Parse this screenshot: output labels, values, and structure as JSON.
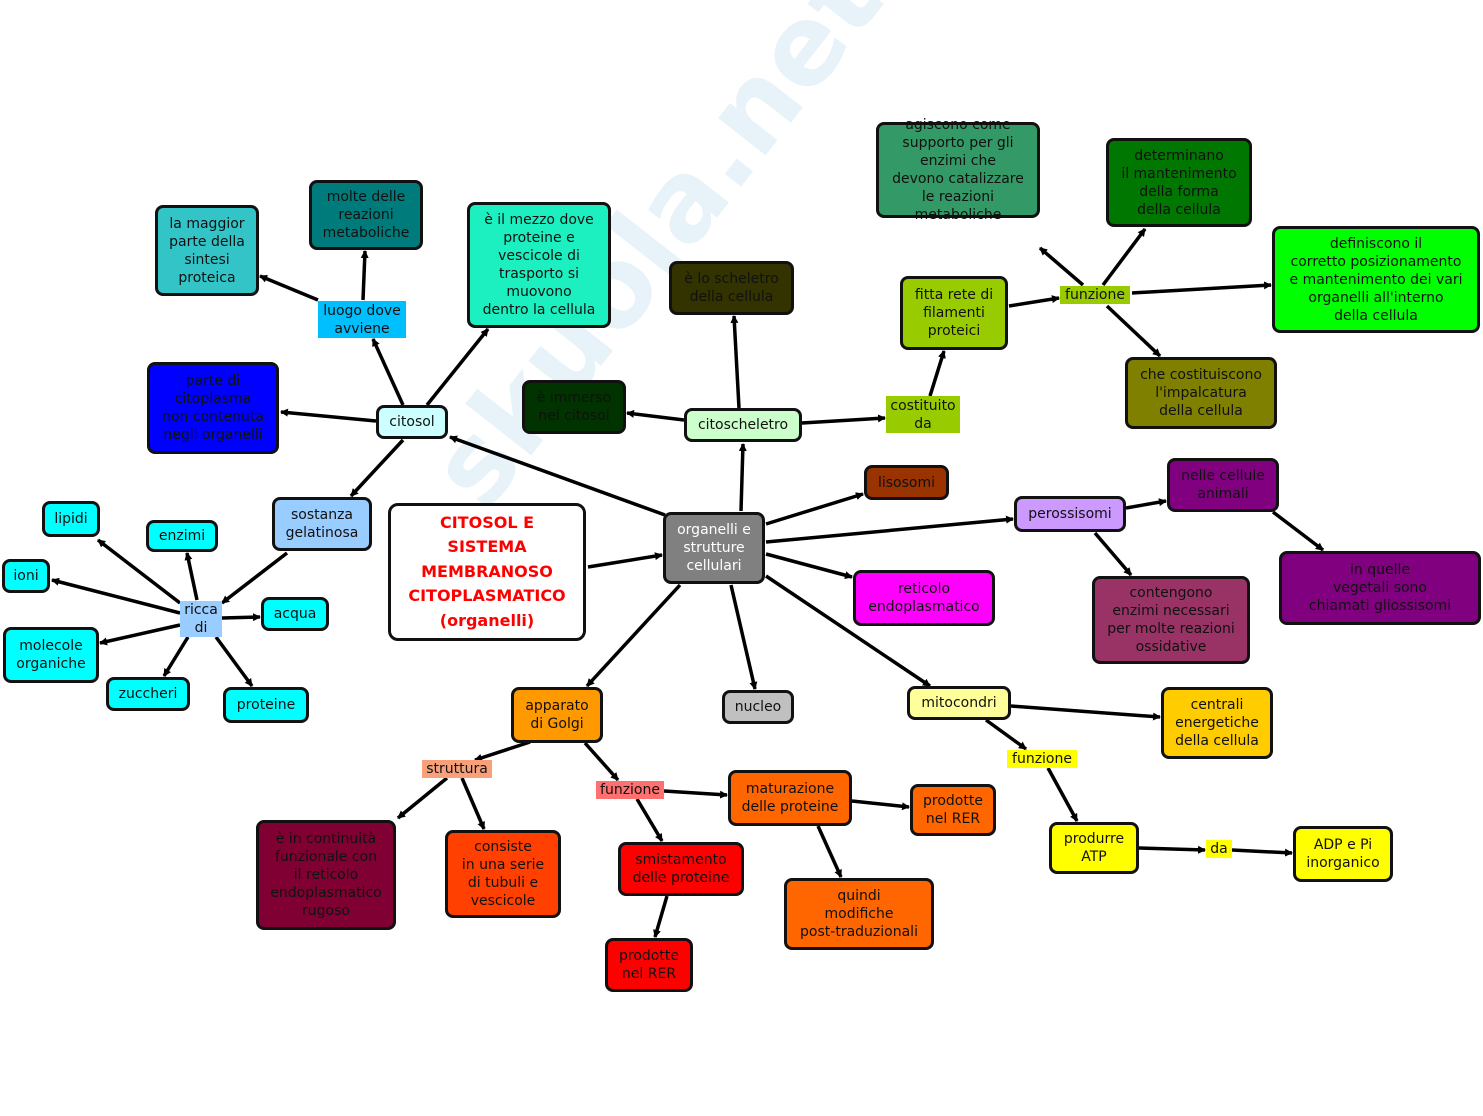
{
  "watermark": "skuola.net",
  "nodes": {
    "title": "CITOSOL E\nSISTEMA\nMEMBRANOSO\nCITOPLASMATICO\n(organelli)",
    "organelli": "organelli e\nstrutture\ncellulari",
    "citosol": "citosol",
    "luogo": "luogo dove\navviene",
    "sintesi": "la maggior\nparte della\nsintesi\nproteica",
    "metaboliche": "molte delle\nreazioni\nmetaboliche",
    "mezzo": "è il mezzo dove\nproteine e\nvescicole di\ntrasporto si\nmuovono\ndentro la cellula",
    "parte": "parte di\ncitoplasma\nnon contenuta\nnegli organelli",
    "sostanza": "sostanza\ngelatinosa",
    "ricca": "ricca\ndi",
    "lipidi": "lipidi",
    "enzimi": "enzimi",
    "ioni": "ioni",
    "acqua": "acqua",
    "molecole": "molecole\norganiche",
    "zuccheri": "zuccheri",
    "proteine": "proteine",
    "immerso": "è immerso\nnel citosol",
    "citoscheletro": "citoscheletro",
    "scheletro": "è lo scheletro\ndella cellula",
    "costituito": "costituito\nda",
    "fitta": "fitta rete di\nfilamenti\nproteici",
    "funzione1": "funzione",
    "agiscono": "agiscono come\nsupporto per gli\nenzimi che\ndevono catalizzare\nle reazioni\nmetaboliche",
    "determinano": "determinano\nil mantenimento\ndella forma\ndella cellula",
    "definiscono": "definiscono il\ncorretto posizionamento\ne mantenimento dei vari\norganelli all'interno\ndella cellula",
    "costituiscono": "che costituiscono\nl'impalcatura\ndella cellula",
    "lisosomi": "lisosomi",
    "perossisomi": "perossisomi",
    "animali": "nelle cellule\nanimali",
    "contengono": "contengono\nenzimi necessari\nper molte reazioni\nossidative",
    "vegetali": "in quelle\nvegetali sono\nchiamati gliossisomi",
    "reticolo": "reticolo\nendoplasmatico",
    "mitocondri": "mitocondri",
    "centrali": "centrali\nenergetiche\ndella cellula",
    "funzione2": "funzione",
    "produrre": "produrre\nATP",
    "da": "da",
    "adp": "ADP e Pi\ninorganico",
    "nucleo": "nucleo",
    "golgi": "apparato\ndi Golgi",
    "struttura": "struttura",
    "continuita": "è in continuità\nfunzionale con\nil reticolo\nendoplasmatico\nrugoso",
    "consiste": "consiste\nin una serie\ndi tubuli e\nvescicole",
    "funzione3": "funzione",
    "smistamento": "smistamento\ndelle proteine",
    "prodotte1": "prodotte\nnel RER",
    "maturazione": "maturazione\ndelle proteine",
    "prodotte2": "prodotte\nnel RER",
    "quindi": "quindi\nmodifiche\npost-traduzionali"
  },
  "colors": {
    "title": "#ffffff",
    "organelli": "#808080",
    "citosol": "#ccffff",
    "luogo": "#00bfff",
    "sintesi": "#33c4c8",
    "metaboliche": "#007b7b",
    "mezzo": "#1cf0c0",
    "parte": "#0000ff",
    "sostanza": "#99ccff",
    "ricca": "#99ccff",
    "cyan": "#00ffff",
    "immerso": "#003300",
    "citoscheletro": "#ccffcc",
    "scheletro": "#333300",
    "green_label": "#99cc00",
    "fitta": "#99cc00",
    "agiscono": "#339966",
    "determinano": "#007700",
    "definiscono": "#00ff00",
    "costituiscono": "#808000",
    "lisosomi": "#993300",
    "perossisomi": "#cc99ff",
    "animali": "#800080",
    "contengono": "#993366",
    "reticolo": "#ff00ff",
    "mitocondri": "#ffff99",
    "centrali": "#ffcc00",
    "yellow": "#ffff00",
    "nucleo": "#c0c0c0",
    "golgi": "#ff9900",
    "struttura": "#f8a07a",
    "continuita": "#800033",
    "consiste": "#ff4000",
    "funzione3": "#ff7070",
    "red": "#ff0000",
    "orange": "#ff6600"
  }
}
